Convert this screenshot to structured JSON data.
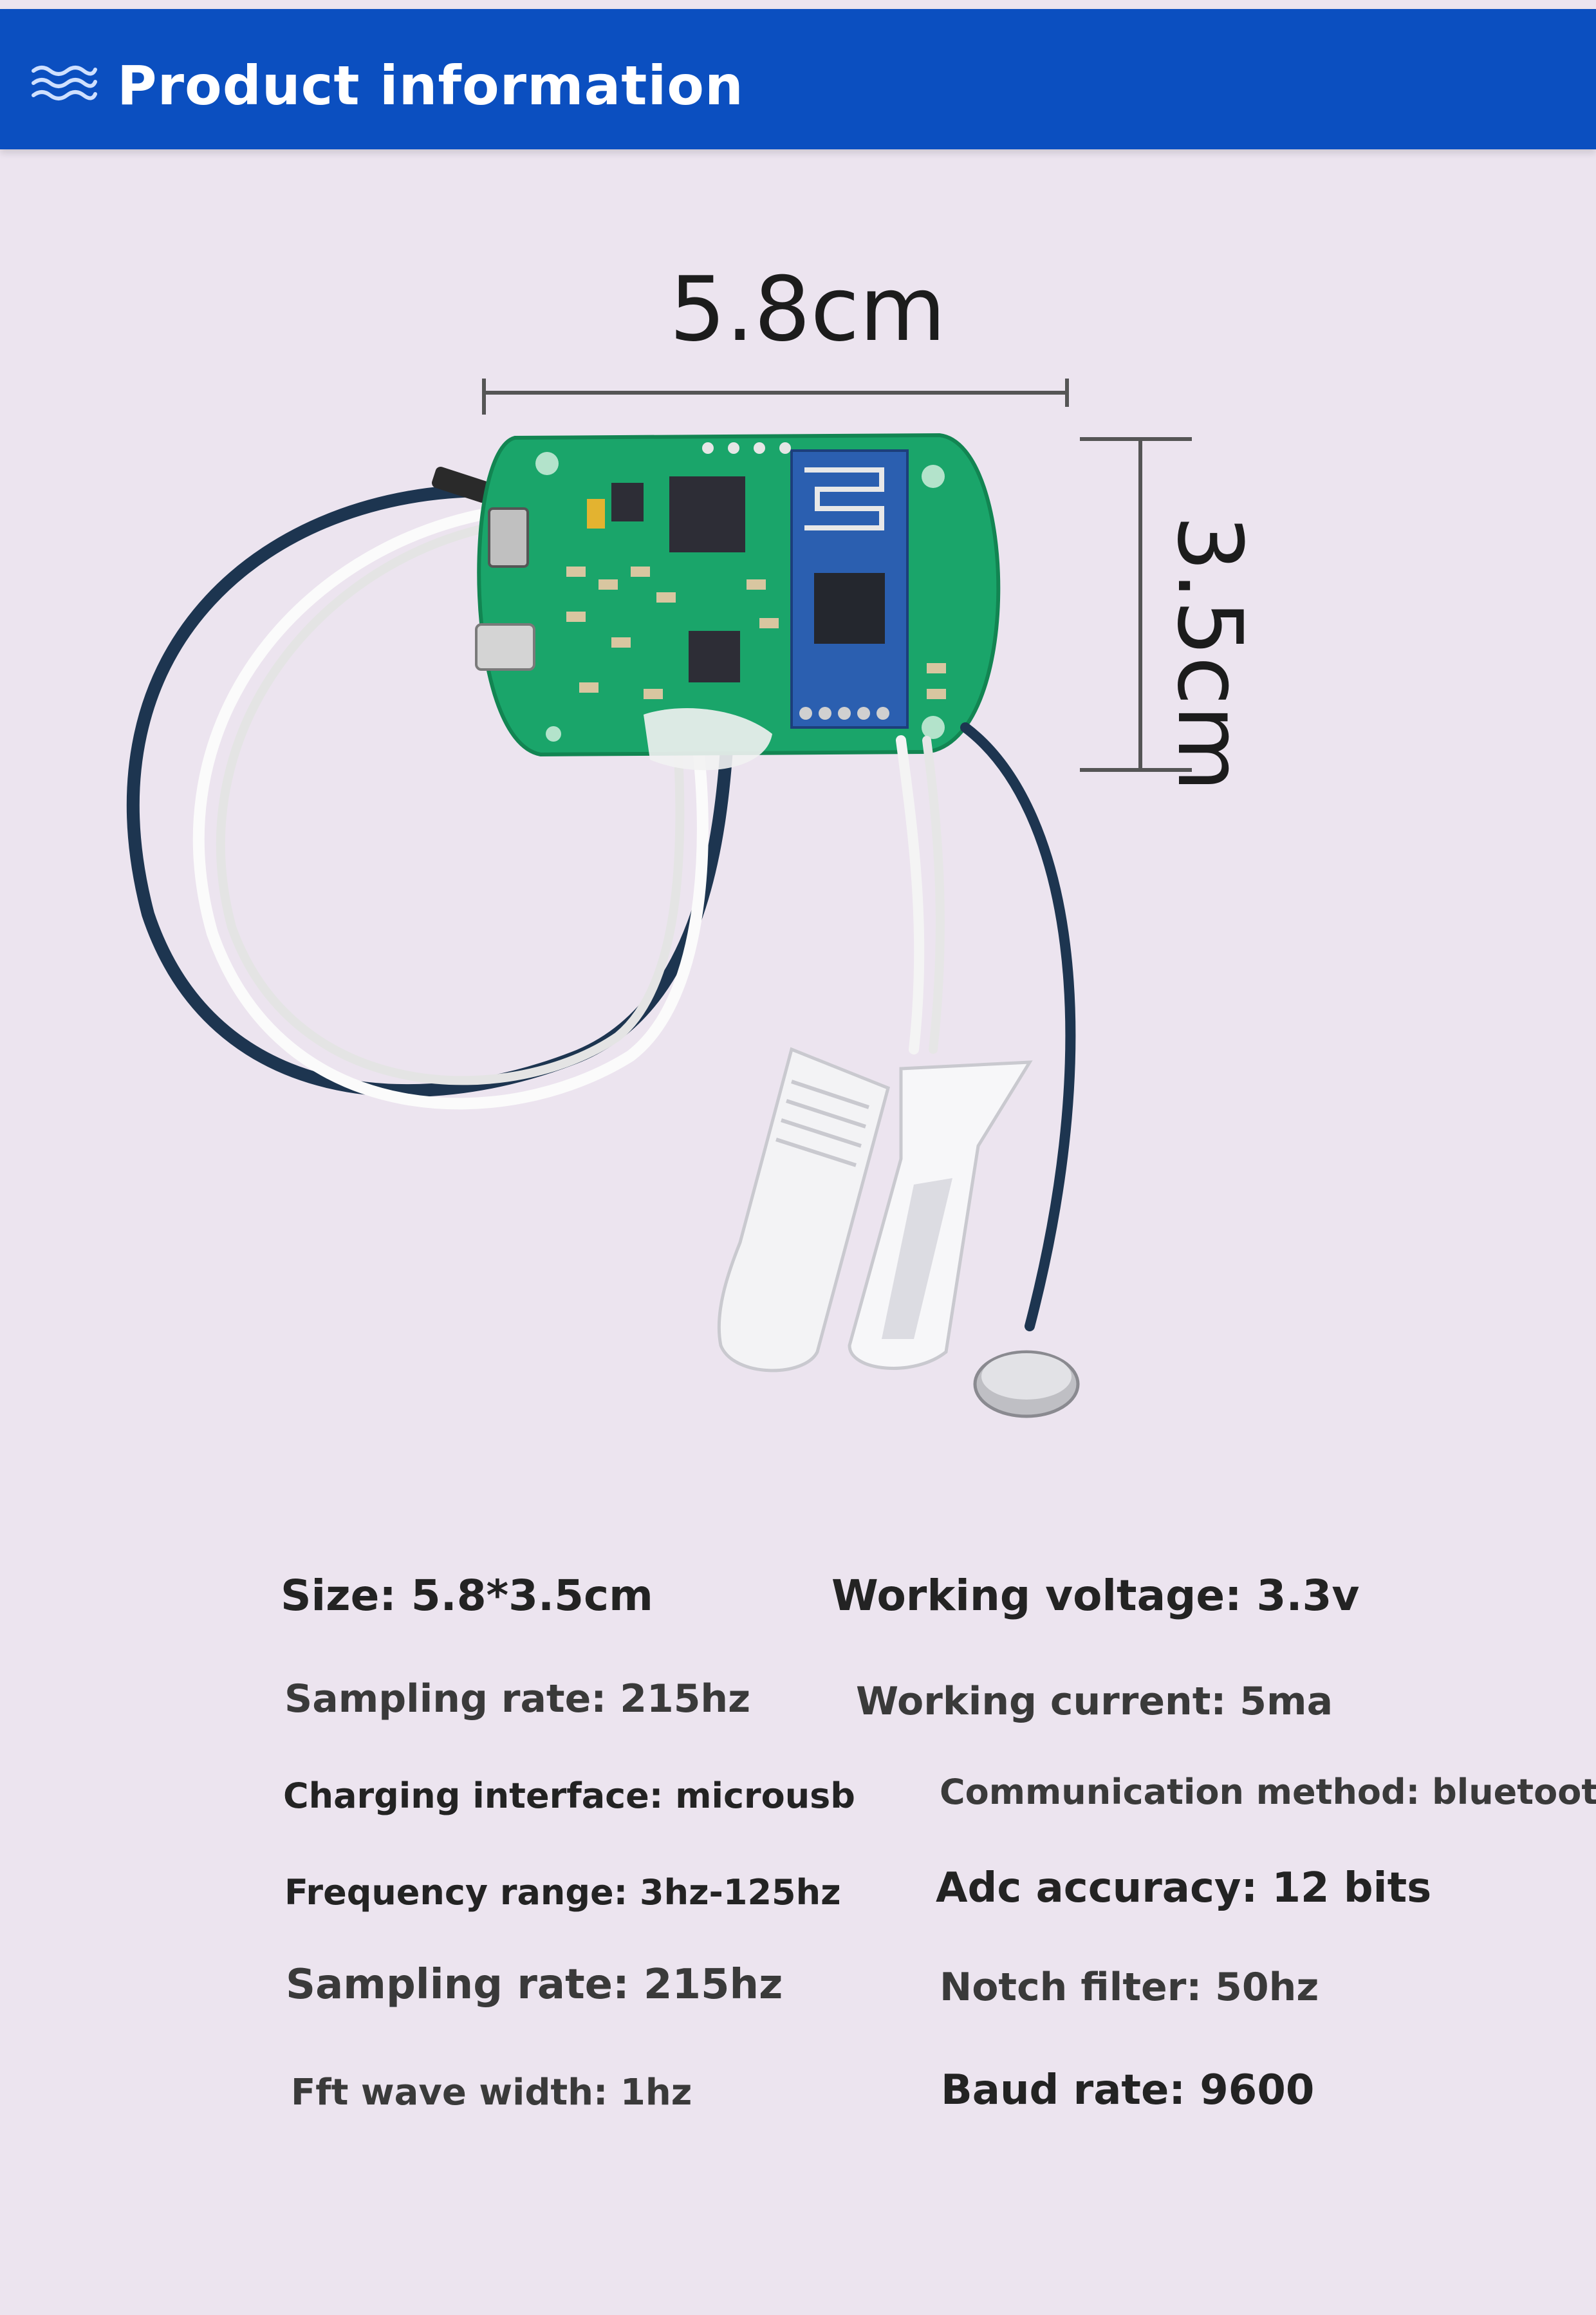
{
  "header": {
    "title": "Product information",
    "icon": "waves-icon"
  },
  "dimensions": {
    "width_label": "5.8cm",
    "height_label": "3.5cm"
  },
  "specs": {
    "size": "Size: 5.8*3.5cm",
    "working_voltage": "Working voltage: 3.3v",
    "sampling_rate_1": "Sampling rate: 215hz",
    "working_current": "Working current: 5ma",
    "charging_interface": "Charging interface: microusb",
    "communication_method": "Communication method: bluetooth",
    "frequency_range": "Frequency range: 3hz-125hz",
    "adc_accuracy": "Adc accuracy: 12 bits",
    "sampling_rate_2": "Sampling rate: 215hz",
    "notch_filter": "Notch filter: 50hz",
    "fft_wave_width": "Fft wave width: 1hz",
    "baud_rate": "Baud rate: 9600"
  },
  "colors": {
    "header_bg": "#0b4fc0",
    "page_bg": "#ece4ef",
    "pcb_green": "#1aa56a",
    "module_blue": "#2b5fb0"
  }
}
